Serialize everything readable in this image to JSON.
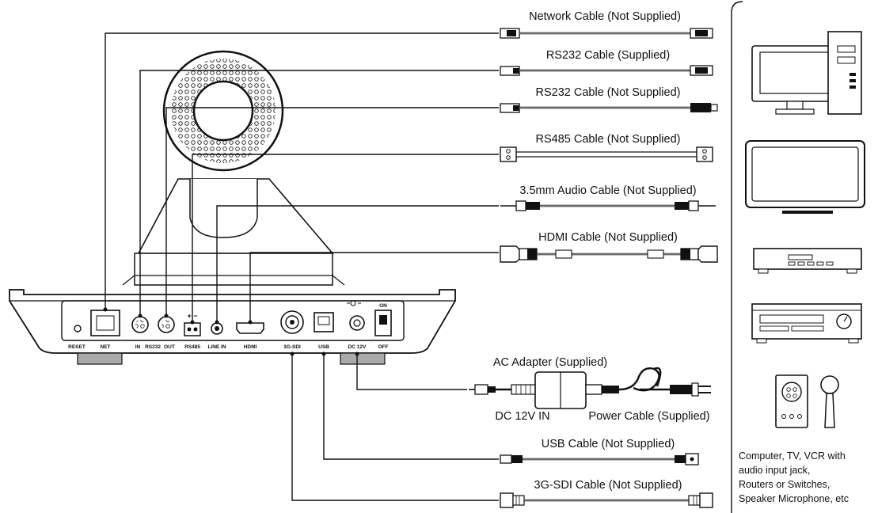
{
  "cables": {
    "network": "Network Cable (Not Supplied)",
    "rs232_supplied": "RS232 Cable (Supplied)",
    "rs232_not_supplied": "RS232 Cable (Not Supplied)",
    "rs485": "RS485 Cable (Not Supplied)",
    "audio": "3.5mm Audio Cable (Not Supplied)",
    "hdmi": "HDMI Cable (Not Supplied)",
    "usb": "USB Cable (Not Supplied)",
    "sdi": "3G-SDI Cable (Not Supplied)"
  },
  "power": {
    "adapter": "AC Adapter (Supplied)",
    "dc_in": "DC 12V IN",
    "power_cable": "Power Cable (Supplied)"
  },
  "ports": {
    "reset": "RESET",
    "net": "NET",
    "rs232_in": "IN",
    "rs232": "RS232",
    "rs232_out": "OUT",
    "rs485": "RS485",
    "rs485_polarity": "+ −",
    "line_in": "LINE IN",
    "hdmi": "HDMI",
    "sdi": "3G-SDI",
    "usb": "USB",
    "dc": "DC 12V",
    "on": "ON",
    "off": "OFF"
  },
  "devices": {
    "caption_lines": [
      "Computer, TV, VCR with",
      "audio input jack,",
      "Routers or Switches,",
      "Speaker Microphone, etc"
    ]
  }
}
